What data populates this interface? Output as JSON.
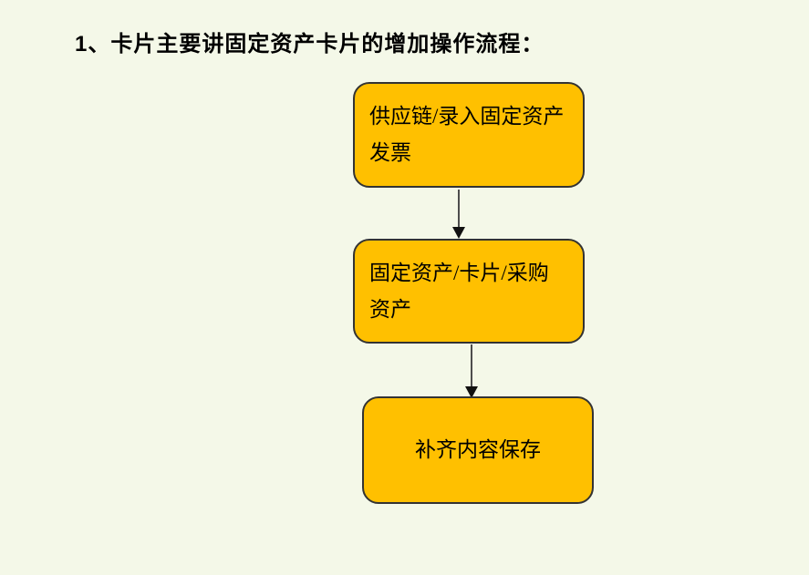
{
  "page": {
    "background": "#F4F8E8"
  },
  "title": {
    "text": "1、卡片主要讲固定资产卡片的增加操作流程："
  },
  "flowchart": {
    "colors": {
      "node_fill": "#FFC000",
      "node_border": "#333333",
      "arrow_line": "#4d4d4d",
      "arrow_head": "#111111",
      "text": "#000000"
    },
    "nodes": [
      {
        "id": "node-1",
        "lines": [
          "供应链/录入固定资产",
          "发票"
        ],
        "align": "left"
      },
      {
        "id": "node-2",
        "lines": [
          "固定资产/卡片/采购",
          "资产"
        ],
        "align": "left"
      },
      {
        "id": "node-3",
        "lines": [
          "补齐内容保存"
        ],
        "align": "center"
      }
    ],
    "connectors": [
      {
        "from": "node-1",
        "to": "node-2",
        "direction": "down"
      },
      {
        "from": "node-2",
        "to": "node-3",
        "direction": "down"
      }
    ]
  }
}
